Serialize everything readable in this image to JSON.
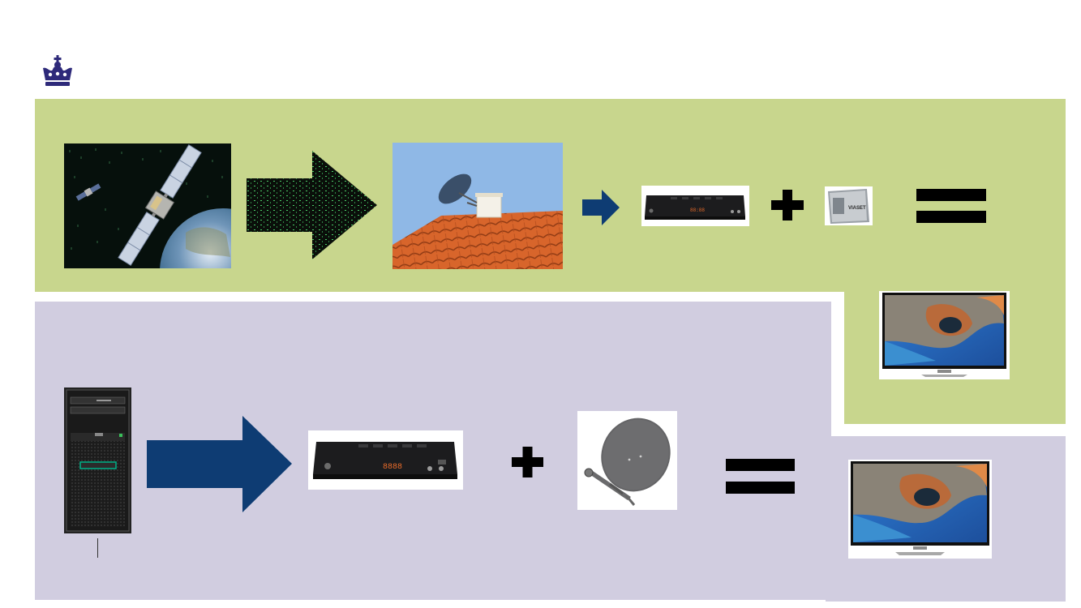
{
  "logo": {
    "icon": "crown-icon",
    "color": "#2e2a7a"
  },
  "colors": {
    "satellite_panel": "#c8d68d",
    "server_panel": "#d1cde0",
    "arrow_navy": "#0e3c73",
    "symbol_black": "#000000"
  },
  "satellite_row": {
    "steps": [
      "satellite-image",
      "data-arrow",
      "rooftop-dish-image",
      "arrow",
      "set-top-box-image",
      "plus",
      "viaset-card-image",
      "equals",
      "tv-image"
    ],
    "card_label": "VIASET",
    "box_display": "88:88"
  },
  "server_row": {
    "steps": [
      "server-image",
      "arrow",
      "set-top-box-image",
      "plus",
      "dish-image",
      "equals",
      "tv-image"
    ],
    "box_display": "8888"
  }
}
